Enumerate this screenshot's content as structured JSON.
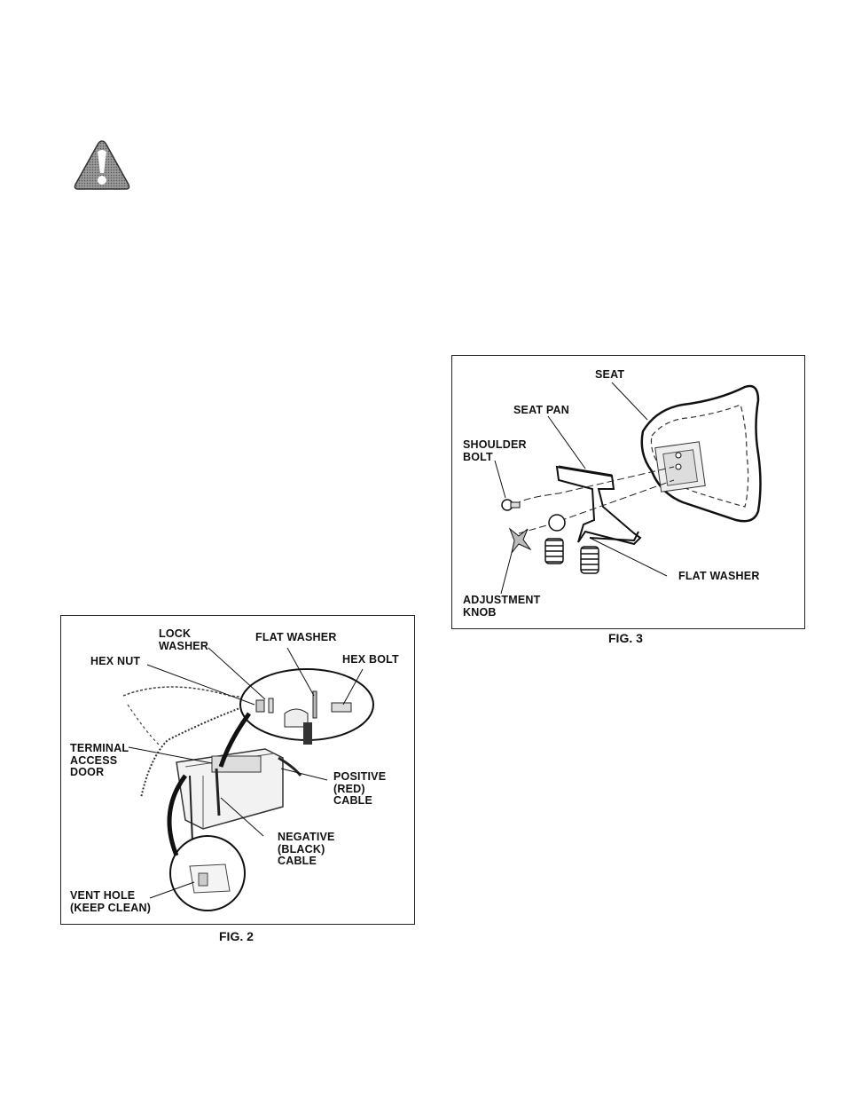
{
  "warning_icon": "warning-triangle-icon",
  "fig2": {
    "caption": "FIG. 2",
    "labels": {
      "lock_washer": [
        "LOCK",
        "WASHER"
      ],
      "flat_washer": "FLAT WASHER",
      "hex_nut": "HEX NUT",
      "hex_bolt": "HEX BOLT",
      "terminal_access_door": [
        "TERMINAL",
        "ACCESS",
        "DOOR"
      ],
      "positive_cable": [
        "POSITIVE",
        "(RED)",
        "CABLE"
      ],
      "negative_cable": [
        "NEGATIVE",
        "(BLACK)",
        "CABLE"
      ],
      "vent_hole": [
        "VENT HOLE",
        "(KEEP CLEAN)"
      ]
    }
  },
  "fig3": {
    "caption": "FIG. 3",
    "labels": {
      "seat": "SEAT",
      "seat_pan": "SEAT PAN",
      "shoulder_bolt": [
        "SHOULDER",
        "BOLT"
      ],
      "flat_washer": "FLAT WASHER",
      "adjustment_knob": [
        "ADJUSTMENT",
        "KNOB"
      ]
    }
  }
}
